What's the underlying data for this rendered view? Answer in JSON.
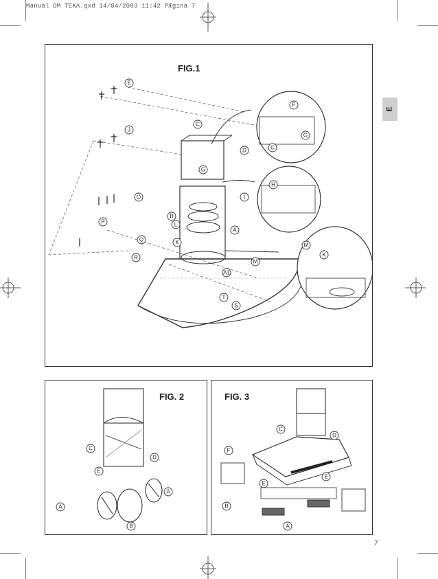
{
  "header": {
    "file_line": "Manual DM TEKA.qxd   14/04/2003   11:42   PÆgina 7"
  },
  "side_tab": {
    "label": "E"
  },
  "figures": {
    "fig1": {
      "title": "FIG.1"
    },
    "fig2": {
      "title": "FIG. 2"
    },
    "fig3": {
      "title": "FIG. 3"
    }
  },
  "callouts_fig1": [
    "E",
    "J",
    "C",
    "G",
    "D",
    "F",
    "C",
    "G",
    "H",
    "I",
    "O",
    "B",
    "L",
    "P",
    "Q",
    "K",
    "A",
    "R",
    "M",
    "A1",
    "K",
    "M",
    "T",
    "S"
  ],
  "callouts_fig2": [
    "C",
    "D",
    "E",
    "A",
    "A",
    "B"
  ],
  "callouts_fig3": [
    "C",
    "D",
    "F",
    "E",
    "E",
    "B",
    "A"
  ],
  "page_number": "7"
}
